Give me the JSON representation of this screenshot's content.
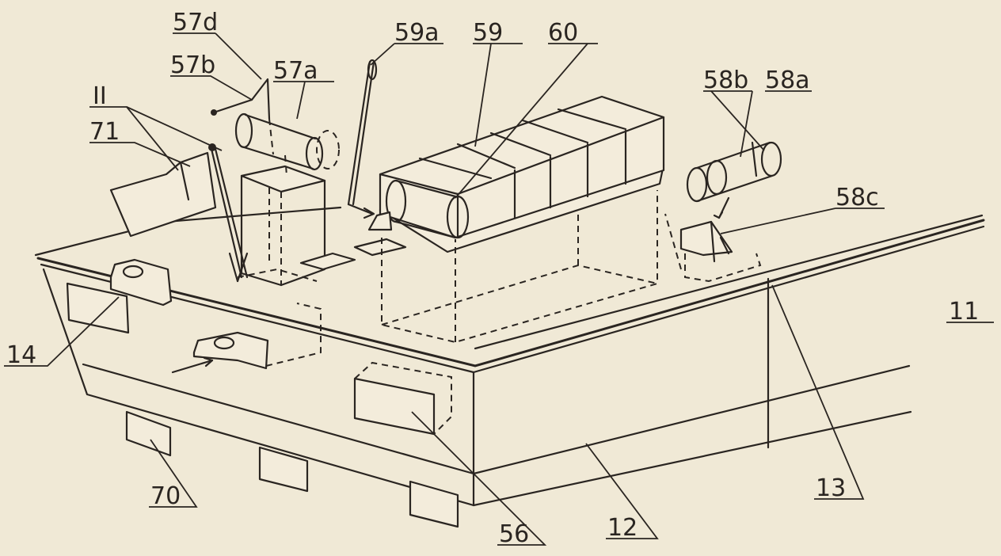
{
  "figure": {
    "labels": {
      "l57d": "57d",
      "l57b": "57b",
      "l57a": "57a",
      "l59a": "59a",
      "l59": "59",
      "l60": "60",
      "l58b": "58b",
      "l58a": "58a",
      "l58c": "58c",
      "lII": "II",
      "l71": "71",
      "l14": "14",
      "l11": "11",
      "l70": "70",
      "l56": "56",
      "l12": "12",
      "l13": "13"
    }
  }
}
